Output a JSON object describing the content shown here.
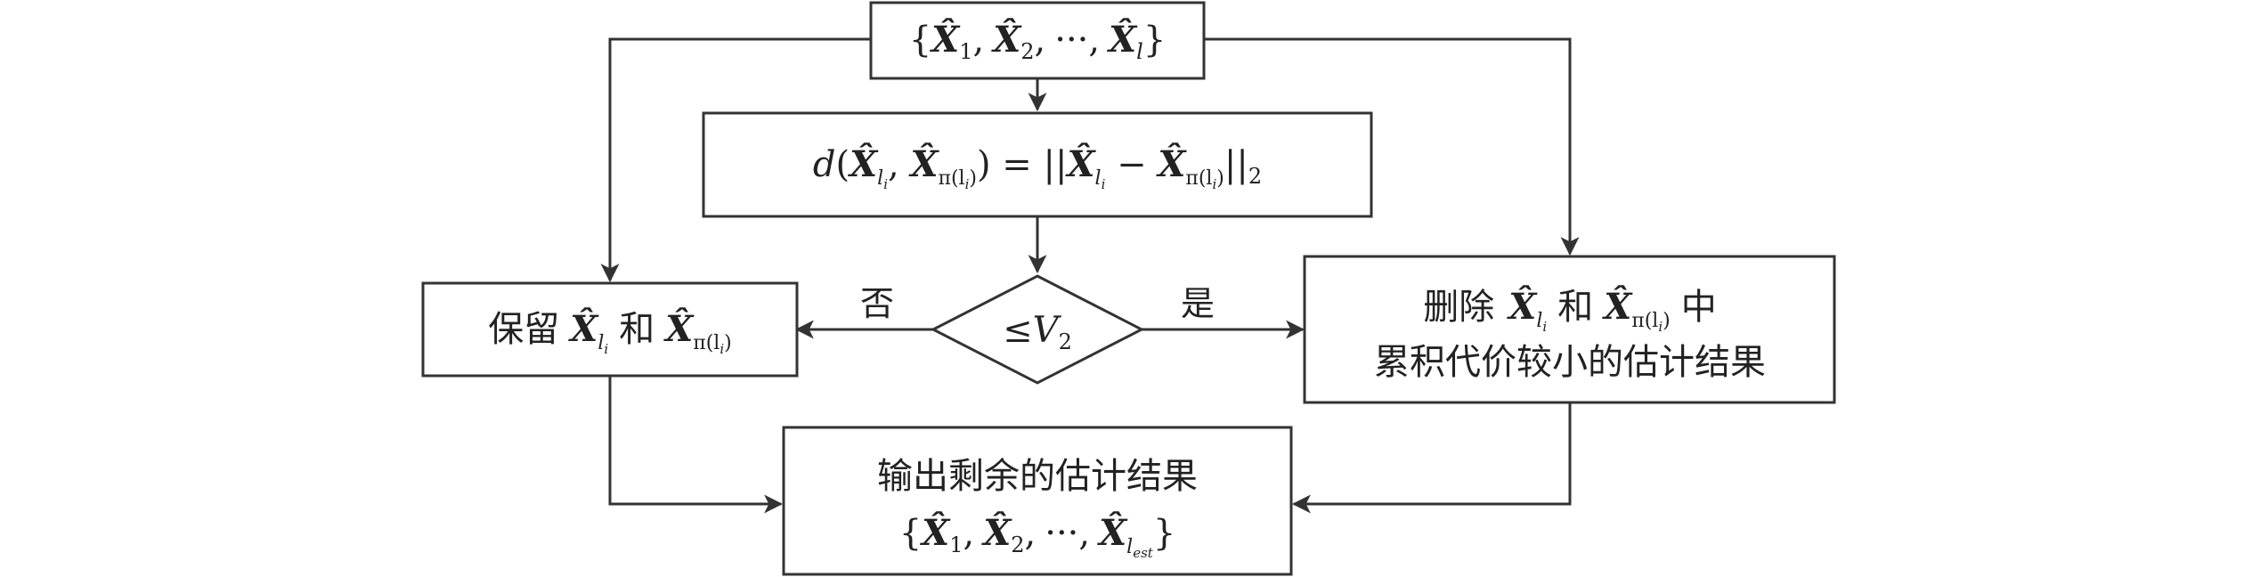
{
  "nodes": {
    "input_set": {
      "open": "{",
      "x1_sub": "1",
      "x2_sub": "2",
      "ellipsis": "···",
      "xl_sub": "l",
      "close": "}",
      "sep": ","
    },
    "distance": {
      "d": "d",
      "sub_li": "l",
      "sub_li_i": "i",
      "sub_pi": "π(l",
      "sub_pi_i": "i",
      "sub_pi_close": ")",
      "eq": "=",
      "minus": "−",
      "norm_sub": "2"
    },
    "decision": {
      "le": "≤",
      "v": "V",
      "v_sub": "2"
    },
    "keep": {
      "prefix": "保留",
      "and": "和"
    },
    "delete": {
      "line1_prefix": "删除",
      "line1_and": "和",
      "line1_suffix": "中",
      "line2": "累积代价较小的估计结果"
    },
    "output": {
      "line1": "输出剩余的估计结果",
      "est_sub": "est"
    }
  },
  "edges": {
    "no_label": "否",
    "yes_label": "是"
  },
  "symbols": {
    "x_hat": "X̂"
  }
}
